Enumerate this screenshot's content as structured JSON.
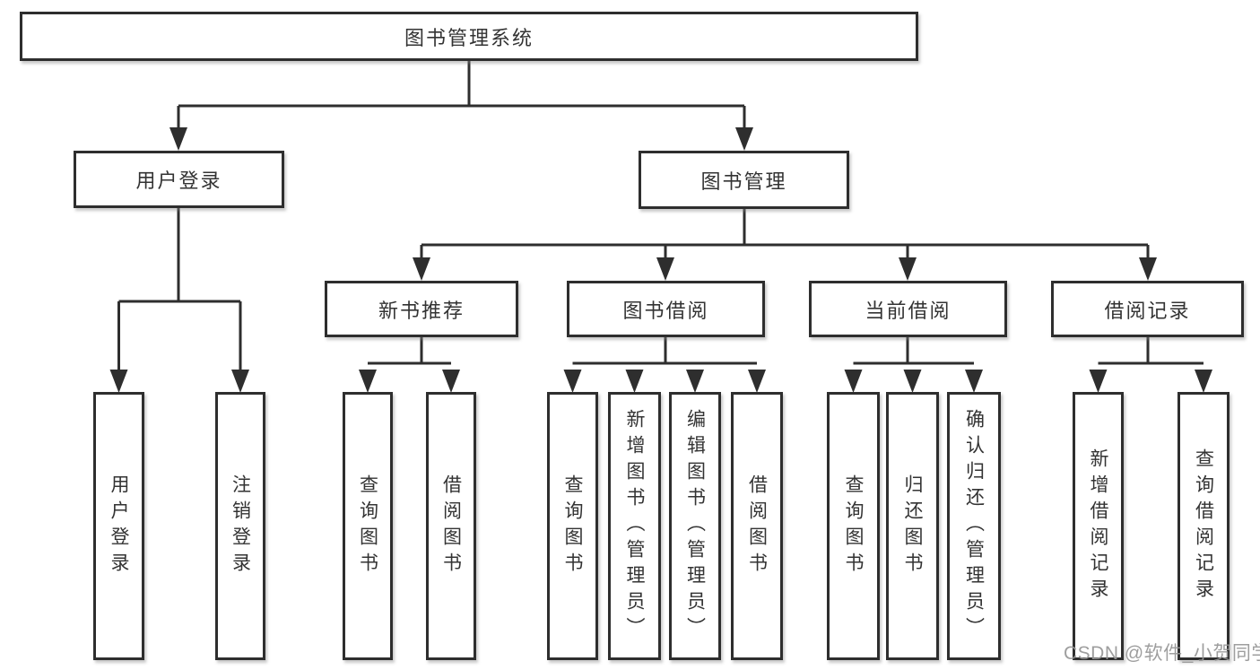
{
  "diagram": {
    "root": {
      "label": "图书管理系统"
    },
    "level2": [
      {
        "id": "user-login",
        "label": "用户登录"
      },
      {
        "id": "book-management",
        "label": "图书管理"
      }
    ],
    "level3": [
      {
        "id": "new-book-recommend",
        "label": "新书推荐",
        "parent": "图书管理"
      },
      {
        "id": "book-borrowing",
        "label": "图书借阅",
        "parent": "图书管理"
      },
      {
        "id": "current-borrowing",
        "label": "当前借阅",
        "parent": "图书管理"
      },
      {
        "id": "borrowing-records",
        "label": "借阅记录",
        "parent": "图书管理"
      }
    ],
    "leaves": [
      {
        "label": "用户登录",
        "parent": "用户登录"
      },
      {
        "label": "注销登录",
        "parent": "用户登录"
      },
      {
        "label": "查询图书",
        "parent": "新书推荐"
      },
      {
        "label": "借阅图书",
        "parent": "新书推荐"
      },
      {
        "label": "查询图书",
        "parent": "图书借阅"
      },
      {
        "label": "新增图书（管理员）",
        "parent": "图书借阅"
      },
      {
        "label": "编辑图书（管理员）",
        "parent": "图书借阅"
      },
      {
        "label": "借阅图书",
        "parent": "图书借阅"
      },
      {
        "label": "查询图书",
        "parent": "当前借阅"
      },
      {
        "label": "归还图书",
        "parent": "当前借阅"
      },
      {
        "label": "确认归还（管理员）",
        "parent": "当前借阅"
      },
      {
        "label": "新增借阅记录",
        "parent": "借阅记录"
      },
      {
        "label": "查询借阅记录",
        "parent": "借阅记录"
      }
    ],
    "colors": {
      "line": "#2e2e2e",
      "text": "#333333",
      "watermark": "#969696",
      "background": "#ffffff"
    }
  },
  "watermark": {
    "text": "CSDN @软件_小贺同学"
  }
}
